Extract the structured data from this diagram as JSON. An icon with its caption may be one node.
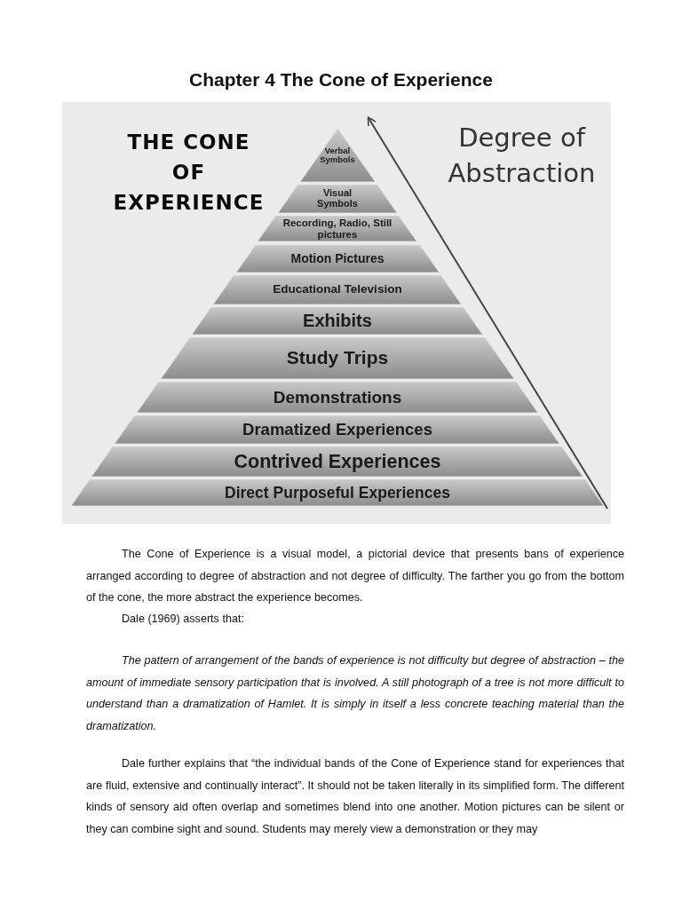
{
  "diagram": {
    "title": "Chapter 4 The Cone of Experience",
    "nodes": [
      {
        "text": [
          "Verbal Symbols"
        ]
      },
      {
        "text": [
          "Visual Symbols"
        ]
      },
      {
        "text": [
          "Recording, Radio, Still pictures"
        ]
      },
      {
        "text": [
          "Motion Pictures"
        ]
      },
      {
        "text": [
          "Educational Television"
        ]
      },
      {
        "text": [
          "Exhibits"
        ]
      },
      {
        "text": [
          "Study Trips"
        ]
      },
      {
        "text": [
          "Demonstrations"
        ]
      },
      {
        "text": [
          "Dramatized Experiences"
        ]
      },
      {
        "text": [
          "Contrived Experiences"
        ]
      },
      {
        "text": [
          "Direct Purposeful Experiences"
        ]
      }
    ],
    "labels": [
      "THE CONE OF EXPERIENCE",
      "Degree of Abstraction",
      "The Cone of Experience is a visual model, a pictorial device that presents bans of experience arranged according to degree of abstraction and not degree of difficulty. The farther you go from the bottom of the cone, the more abstract the experience becomes.",
      "Dale (1969) asserts that:",
      "The pattern of arrangement of the bands of experience is not difficulty but degree of abstraction – the amount of immediate sensory participation that is involved. A still photograph of a tree is not more difficult to understand than a dramatization of Hamlet. It is simply in itself a less concrete teaching material than the dramatization.",
      "Dale further explains that “the individual bands of the Cone of Experience stand for experiences that are fluid, extensive and continually interact”. It should not be taken literally in its simplified form. The different kinds of sensory aid often overlap and sometimes blend into one another. Motion pictures can be silent or they can combine sight and sound. Students may merely view a demonstration or they may"
    ]
  }
}
